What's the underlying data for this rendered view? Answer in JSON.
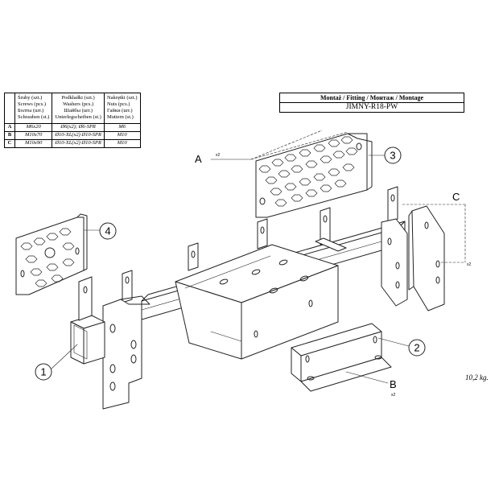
{
  "table": {
    "headers": [
      {
        "lines": [
          "Śruby (szt.)",
          "Screws (pcs.)",
          "Болты (шт.)",
          "Schrauben (st.)"
        ]
      },
      {
        "lines": [
          "Podkładki (szt.)",
          "Washers (pcs.)",
          "Шайбы (шт.)",
          "Unterlegscheiben (st.)"
        ]
      },
      {
        "lines": [
          "Nakrętki (szt.)",
          "Nuts (pcs.)",
          "Гайки (шт.)",
          "Muttern (st.)"
        ]
      }
    ],
    "rows": [
      {
        "label": "A",
        "screws": "M6x20",
        "washers": "Ø6(x2);  Ø6-SPR",
        "nuts": "M6"
      },
      {
        "label": "B",
        "screws": "M10x70",
        "washers": "Ø10-XL(x2) Ø10-SPR",
        "nuts": "M10"
      },
      {
        "label": "C",
        "screws": "M10x90",
        "washers": "Ø10-XL(x2) Ø10-SPR",
        "nuts": "M10"
      }
    ]
  },
  "title": {
    "line1": "Montaż / Fitting / Монтаж / Montage",
    "line2": "JIMNY-R18-PW"
  },
  "weight": "10,2 kg.",
  "callouts": {
    "A": "A",
    "B": "B",
    "C": "C",
    "A_qty": "x2",
    "B_qty": "x2",
    "C_qty": "x2"
  },
  "parts": [
    "1",
    "2",
    "3",
    "4"
  ]
}
